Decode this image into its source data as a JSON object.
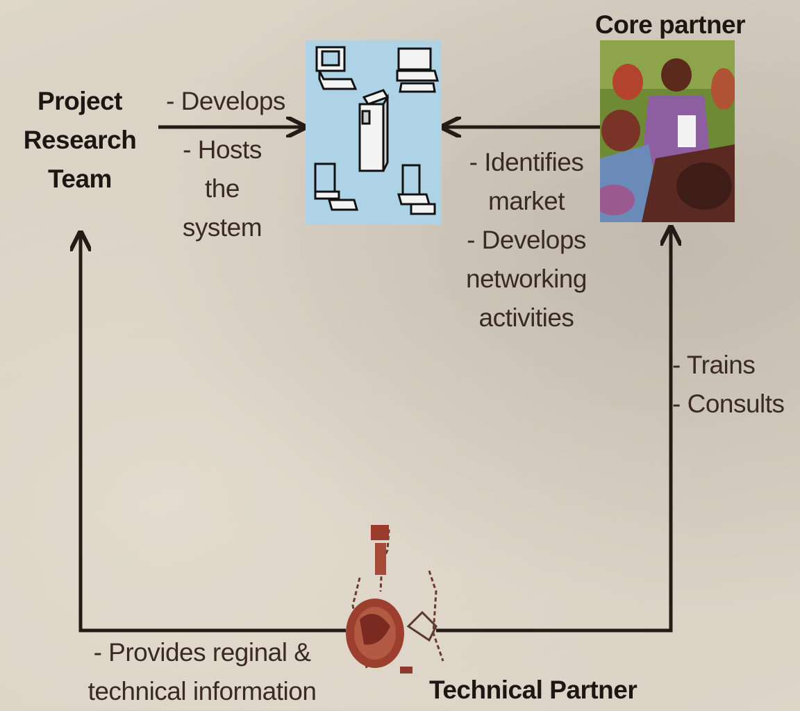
{
  "nodes": {
    "project_team": [
      "Project",
      "Research",
      "Team"
    ],
    "core_partner": "Core partner",
    "technical_partner": "Technical Partner"
  },
  "edges": {
    "team_to_system": [
      "- Develops",
      "- Hosts",
      "the",
      "system"
    ],
    "core_to_system": [
      "- Identifies",
      "market",
      "- Develops",
      "networking",
      "activities"
    ],
    "technical_to_core": [
      "- Trains",
      "- Consults"
    ],
    "technical_to_team": [
      "- Provides reginal &",
      "technical information"
    ]
  },
  "icons": {
    "system": "computer-network-icon",
    "core_partner": "people-meeting-image",
    "technical_partner": "worker-with-globe-image"
  },
  "colors": {
    "arrow": "#241a16",
    "text": "#3a2a22",
    "panel": "#aed3e6"
  }
}
